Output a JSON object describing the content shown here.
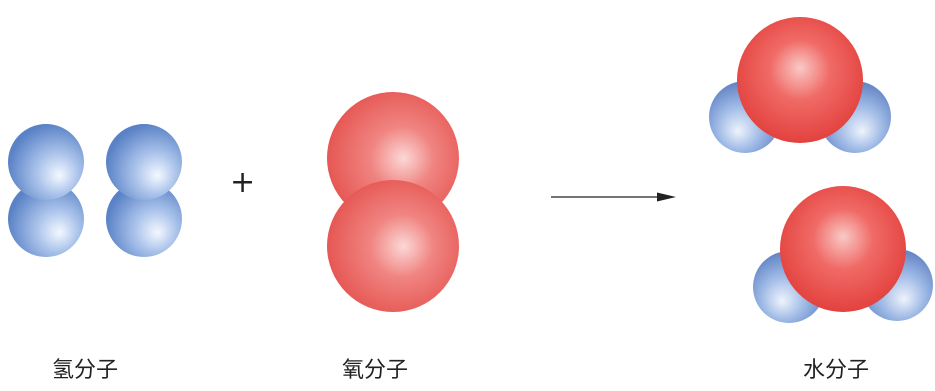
{
  "diagram": {
    "plus_symbol": "+",
    "labels": {
      "hydrogen": "氢分子",
      "oxygen": "氧分子",
      "water": "水分子"
    },
    "colors": {
      "hydrogen_light": "#f4f8ff",
      "hydrogen_mid": "#8fb0e2",
      "hydrogen_dark": "#5a82c6",
      "oxygen_light": "#fbd4d2",
      "oxygen_mid": "#f2706c",
      "oxygen_dark": "#e4413d",
      "arrow": "#222222"
    }
  }
}
